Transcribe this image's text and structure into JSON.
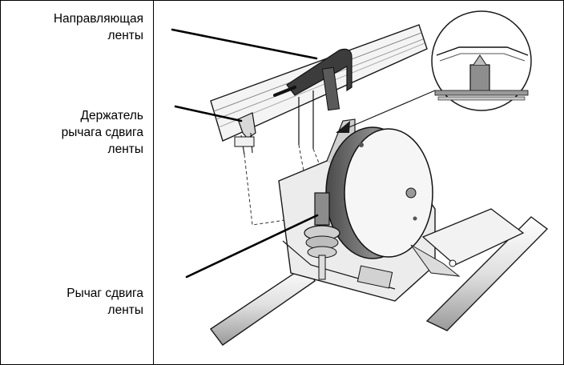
{
  "callouts": [
    {
      "line1": "Направляющая",
      "line2": "ленты"
    },
    {
      "line1": "Держатель",
      "line2": "рычага сдвига",
      "line3": "ленты"
    },
    {
      "line1": "Рычаг сдвига",
      "line2": "ленты"
    }
  ],
  "colors": {
    "border": "#000000",
    "metal_dark": "#6e6e6e",
    "metal_mid": "#b5b5b5",
    "metal_light": "#e6e6e6",
    "outline": "#1a1a1a"
  }
}
